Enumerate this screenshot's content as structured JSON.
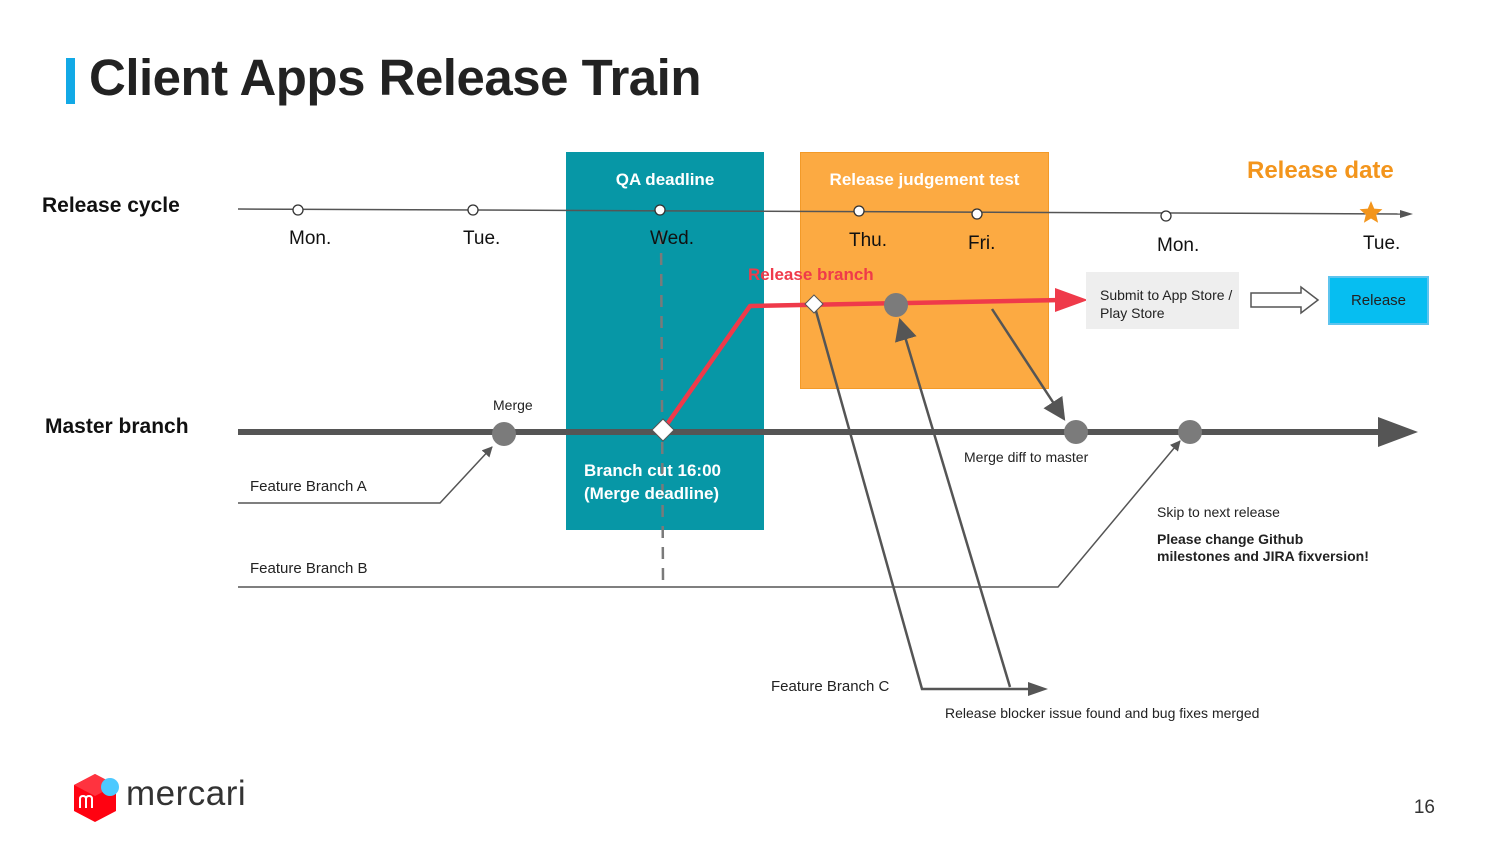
{
  "title": "Client Apps Release Train",
  "rows": {
    "release_cycle": "Release cycle",
    "master_branch": "Master branch"
  },
  "boxes": {
    "qa_deadline": "QA deadline",
    "release_judgement": "Release judgement test"
  },
  "days": {
    "mon1": "Mon.",
    "tue1": "Tue.",
    "wed": "Wed.",
    "thu": "Thu.",
    "fri": "Fri.",
    "mon2": "Mon.",
    "tue2": "Tue."
  },
  "release_date": "Release date",
  "release_branch": "Release branch",
  "submit": "Submit to App Store / Play Store",
  "release": "Release",
  "merge": "Merge",
  "branch_cut": {
    "line1": "Branch cut 16:00",
    "line2": "(Merge deadline)"
  },
  "merge_diff": "Merge diff to master",
  "skip": {
    "line1": "Skip to next release",
    "line2": "Please change Github",
    "line3": "milestones and JIRA fixversion!"
  },
  "features": {
    "a": "Feature Branch A",
    "b": "Feature Branch B",
    "c": "Feature Branch C"
  },
  "blocker": "Release blocker issue found and bug fixes merged",
  "logo": "mercari",
  "page_number": "16",
  "colors": {
    "accent_bar": "#12a9e6",
    "qa_box": "#0797a6",
    "judgement_box": "#fcaa42",
    "release_orange": "#f3951c",
    "release_branch_red": "#ef3a4a",
    "release_box": "#06bef1",
    "master_line": "#555555",
    "node_gray": "#7b7b7b",
    "logo_red": "#ff0211",
    "logo_blue": "#4dc9ff"
  }
}
